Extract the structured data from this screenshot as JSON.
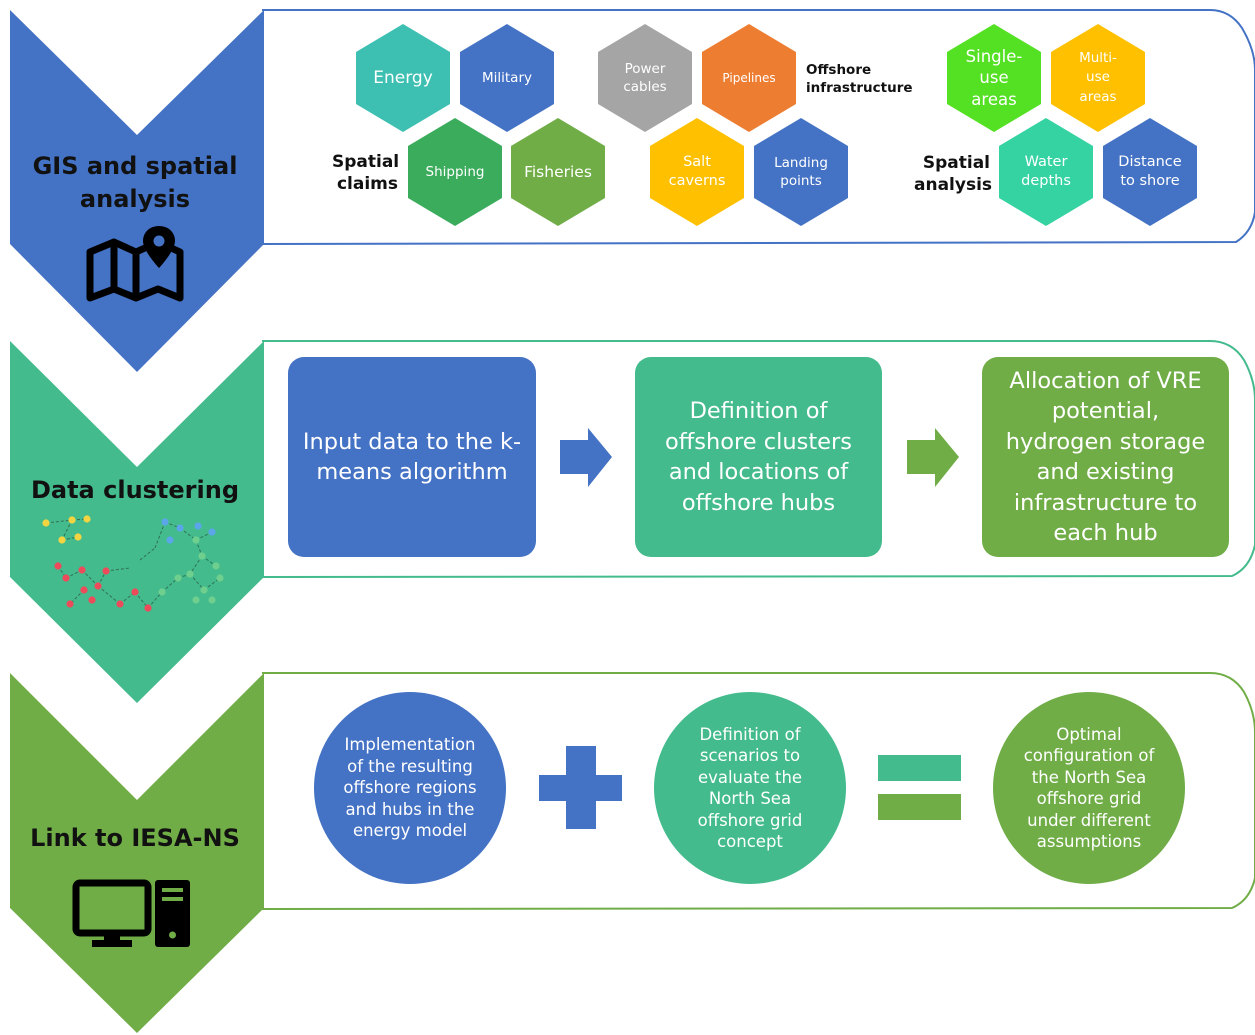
{
  "colors": {
    "blue": "#4472c4",
    "teal": "#43bb8d",
    "green": "#70ad47",
    "hex_teal": "#3dbfb2",
    "hex_green": "#3aac5c",
    "grey": "#a5a5a5",
    "orange": "#ed7d31",
    "yellow": "#ffc000",
    "lime": "#54e023",
    "aqua": "#35d2a2"
  },
  "stages": [
    {
      "title_line1": "GIS and spatial",
      "title_line2": "analysis",
      "icon": "map-pin-icon"
    },
    {
      "title": "Data clustering",
      "icon": "cluster-network-icon"
    },
    {
      "title": "Link to IESA-NS",
      "icon": "computer-icon"
    }
  ],
  "gis": {
    "spatial_claims_label_line1": "Spatial",
    "spatial_claims_label_line2": "claims",
    "hex_energy": "Energy",
    "hex_military": "Military",
    "hex_shipping": "Shipping",
    "hex_fisheries": "Fisheries",
    "offshore_label_line1": "Offshore",
    "offshore_label_line2": "infrastructure",
    "hex_power_cables_1": "Power",
    "hex_power_cables_2": "cables",
    "hex_pipelines": "Pipelines",
    "hex_salt_caverns_1": "Salt",
    "hex_salt_caverns_2": "caverns",
    "hex_landing_points_1": "Landing",
    "hex_landing_points_2": "points",
    "spatial_analysis_label_line1": "Spatial",
    "spatial_analysis_label_line2": "analysis",
    "hex_single_use_1": "Single-",
    "hex_single_use_2": "use",
    "hex_single_use_3": "areas",
    "hex_multi_use_1": "Multi-",
    "hex_multi_use_2": "use",
    "hex_multi_use_3": "areas",
    "hex_water_depths_1": "Water",
    "hex_water_depths_2": "depths",
    "hex_distance_1": "Distance",
    "hex_distance_2": "to shore"
  },
  "clustering": {
    "box1_line1": "Input data to the k-",
    "box1_line2": "means algorithm",
    "box2_line1": "Definition of",
    "box2_line2": "offshore clusters",
    "box2_line3": "and locations of",
    "box2_line4": "offshore hubs",
    "box3_line1": "Allocation of VRE",
    "box3_line2": "potential,",
    "box3_line3": "hydrogen storage",
    "box3_line4": "and existing",
    "box3_line5": "infrastructure to",
    "box3_line6": "each hub"
  },
  "link": {
    "c1_l1": "Implementation",
    "c1_l2": "of the resulting",
    "c1_l3": "offshore regions",
    "c1_l4": "and hubs in the",
    "c1_l5": "energy model",
    "c2_l1": "Definition of",
    "c2_l2": "scenarios to",
    "c2_l3": "evaluate the",
    "c2_l4": "North Sea",
    "c2_l5": "offshore grid",
    "c2_l6": "concept",
    "c3_l1": "Optimal",
    "c3_l2": "configuration of",
    "c3_l3": "the North Sea",
    "c3_l4": "offshore grid",
    "c3_l5": "under different",
    "c3_l6": "assumptions"
  }
}
